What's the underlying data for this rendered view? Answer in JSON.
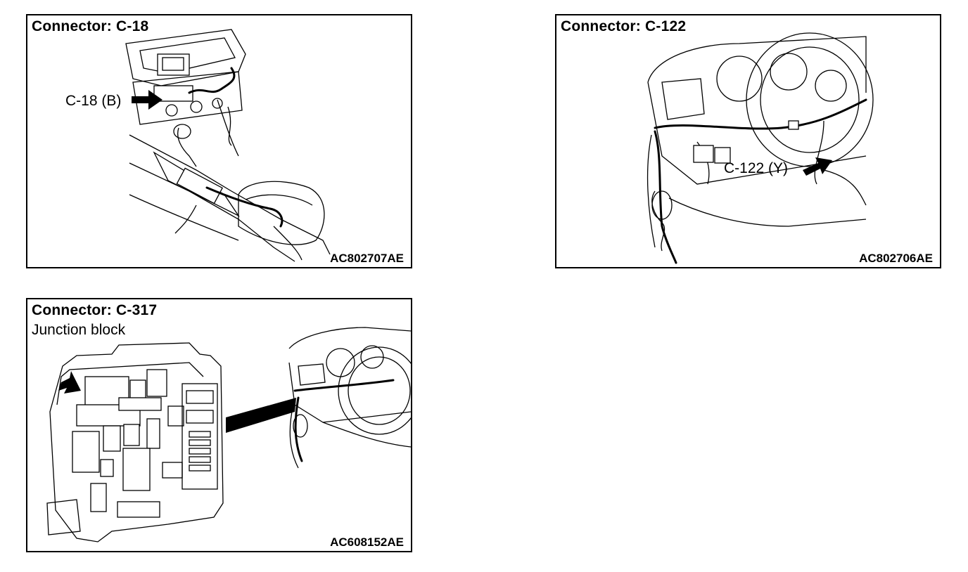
{
  "panels": [
    {
      "title": "Connector: C-18",
      "callout": "C-18 (B)",
      "code": "AC802707AE"
    },
    {
      "title": "Connector: C-122",
      "callout": "C-122 (Y)",
      "code": "AC802706AE"
    },
    {
      "title": "Connector: C-317",
      "subtitle": "Junction block",
      "code": "AC608152AE"
    }
  ],
  "colors": {
    "line": "#000000",
    "background": "#ffffff"
  }
}
